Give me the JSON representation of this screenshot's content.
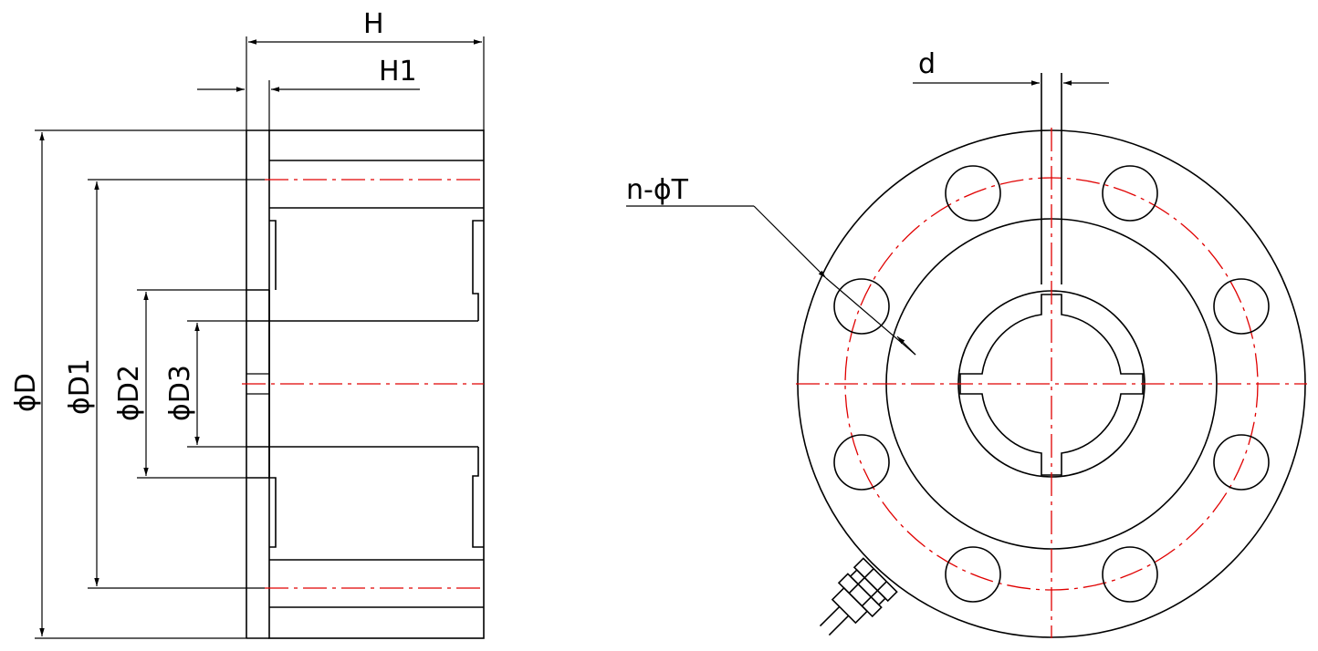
{
  "labels": {
    "H": "H",
    "H1": "H1",
    "D": "ϕD",
    "D1": "ϕD1",
    "D2": "ϕD2",
    "D3": "ϕD3",
    "d": "d",
    "nT": "n-ϕT"
  },
  "colors": {
    "outline": "#000000",
    "centerline": "#e00000"
  }
}
